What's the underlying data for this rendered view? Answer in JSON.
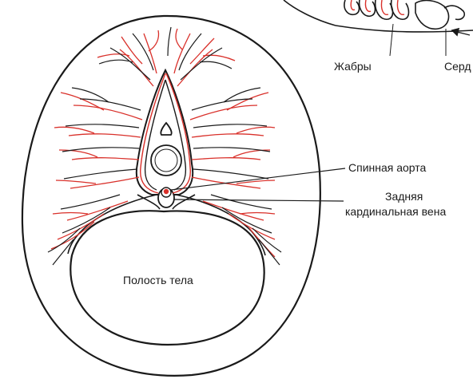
{
  "labels": {
    "gills": "Жабры",
    "heart": "Серд",
    "dorsal_aorta": "Спинная аорта",
    "posterior_cardinal_vein_line1": "Задняя",
    "posterior_cardinal_vein_line2": "кардинальная вена",
    "body_cavity": "Полость тела"
  },
  "colors": {
    "outline": "#1a1a1a",
    "vessel": "#d9302a",
    "background": "#ffffff"
  }
}
